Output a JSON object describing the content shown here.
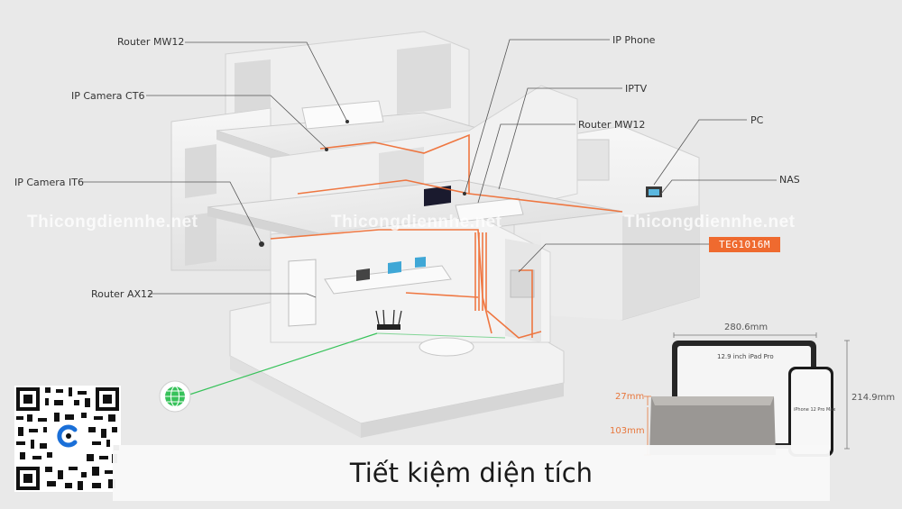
{
  "labels": {
    "router_mw12_top": "Router MW12",
    "ip_camera_ct6": "IP Camera CT6",
    "ip_camera_it6": "IP Camera IT6",
    "router_ax12": "Router AX12",
    "ip_phone": "IP Phone",
    "iptv": "IPTV",
    "router_mw12_mid": "Router MW12",
    "pc": "PC",
    "nas": "NAS"
  },
  "switch_tag": "TEG1016M",
  "watermark": "Thicongdiennhe.net",
  "caption": "Tiết kiệm diện tích",
  "dimensions": {
    "ipad_width": "280.6mm",
    "ipad_height": "214.9mm",
    "box_top": "27mm",
    "box_height": "103mm",
    "ipad_label": "12.9 inch iPad Pro",
    "iphone_label": "iPhone 12 Pro Max"
  },
  "colors": {
    "accent_orange": "#ef6a2f",
    "cable_green": "#37c25a",
    "background": "#e9e9e9",
    "logo_blue": "#1a6fd8"
  },
  "icons": [
    "globe-icon",
    "qr-code",
    "channel-logo"
  ]
}
